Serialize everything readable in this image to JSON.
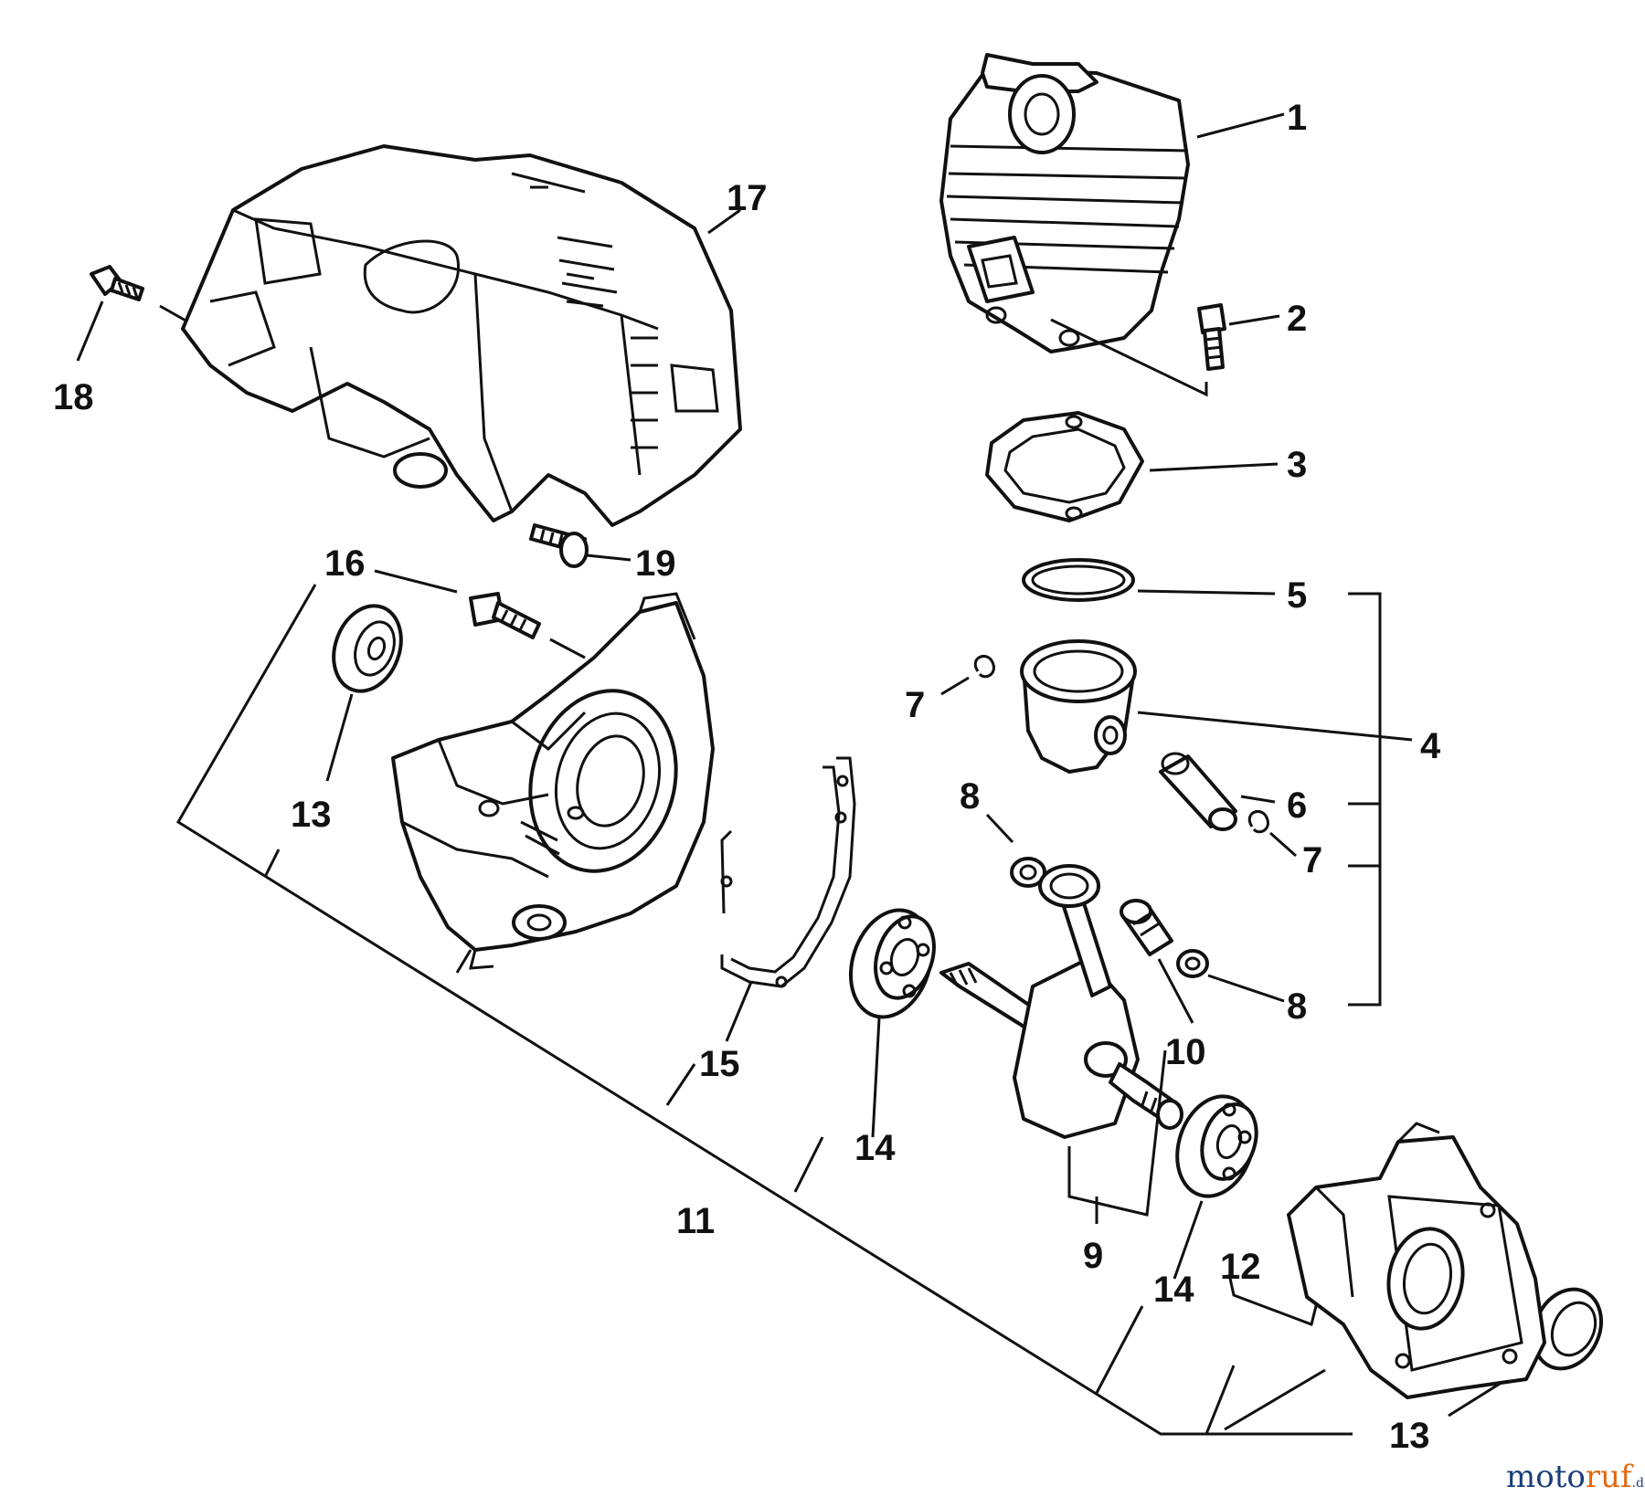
{
  "callouts": [
    {
      "id": "1",
      "text": "1"
    },
    {
      "id": "2",
      "text": "2"
    },
    {
      "id": "3",
      "text": "3"
    },
    {
      "id": "4",
      "text": "4"
    },
    {
      "id": "5",
      "text": "5"
    },
    {
      "id": "6",
      "text": "6"
    },
    {
      "id": "7a",
      "text": "7"
    },
    {
      "id": "7b",
      "text": "7"
    },
    {
      "id": "8a",
      "text": "8"
    },
    {
      "id": "8b",
      "text": "8"
    },
    {
      "id": "9",
      "text": "9"
    },
    {
      "id": "10",
      "text": "10"
    },
    {
      "id": "11",
      "text": "11"
    },
    {
      "id": "12",
      "text": "12"
    },
    {
      "id": "13a",
      "text": "13"
    },
    {
      "id": "13b",
      "text": "13"
    },
    {
      "id": "14a",
      "text": "14"
    },
    {
      "id": "14b",
      "text": "14"
    },
    {
      "id": "15",
      "text": "15"
    },
    {
      "id": "16",
      "text": "16"
    },
    {
      "id": "17",
      "text": "17"
    },
    {
      "id": "18",
      "text": "18"
    },
    {
      "id": "19",
      "text": "19"
    }
  ],
  "watermark": {
    "part_a": "moto",
    "part_b": "ruf",
    "part_c": ".de"
  }
}
